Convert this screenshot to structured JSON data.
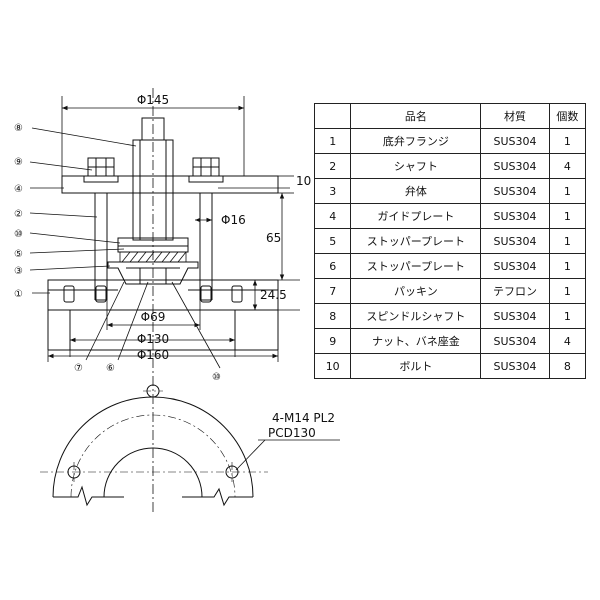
{
  "table": {
    "headers": {
      "no": "",
      "name": "品名",
      "material": "材質",
      "qty": "個数"
    },
    "rows": [
      {
        "no": "1",
        "name": "底弁フランジ",
        "material": "SUS304",
        "qty": "1"
      },
      {
        "no": "2",
        "name": "シャフト",
        "material": "SUS304",
        "qty": "4"
      },
      {
        "no": "3",
        "name": "弁体",
        "material": "SUS304",
        "qty": "1"
      },
      {
        "no": "4",
        "name": "ガイドプレート",
        "material": "SUS304",
        "qty": "1"
      },
      {
        "no": "5",
        "name": "ストッパープレート",
        "material": "SUS304",
        "qty": "1"
      },
      {
        "no": "6",
        "name": "ストッパープレート",
        "material": "SUS304",
        "qty": "1"
      },
      {
        "no": "7",
        "name": "パッキン",
        "material": "テフロン",
        "qty": "1"
      },
      {
        "no": "8",
        "name": "スピンドルシャフト",
        "material": "SUS304",
        "qty": "1"
      },
      {
        "no": "9",
        "name": "ナット、バネ座金",
        "material": "SUS304",
        "qty": "4"
      },
      {
        "no": "10",
        "name": "ボルト",
        "material": "SUS304",
        "qty": "8"
      }
    ]
  },
  "dimensions": {
    "d145": "Φ145",
    "d16": "Φ16",
    "d69": "Φ69",
    "d130": "Φ130",
    "d160": "Φ160",
    "h65": "65",
    "h24_5": "24.5",
    "t10": "10"
  },
  "callouts": {
    "c1": "①",
    "c2": "②",
    "c3": "③",
    "c4": "④",
    "c5": "⑤",
    "c6": "⑥",
    "c7": "⑦",
    "c8": "⑧",
    "c9": "⑨",
    "c10a": "⑩",
    "c10b": "⑩"
  },
  "notes": {
    "bolt_spec": "4-M14 PL2",
    "pcd": "PCD130"
  }
}
